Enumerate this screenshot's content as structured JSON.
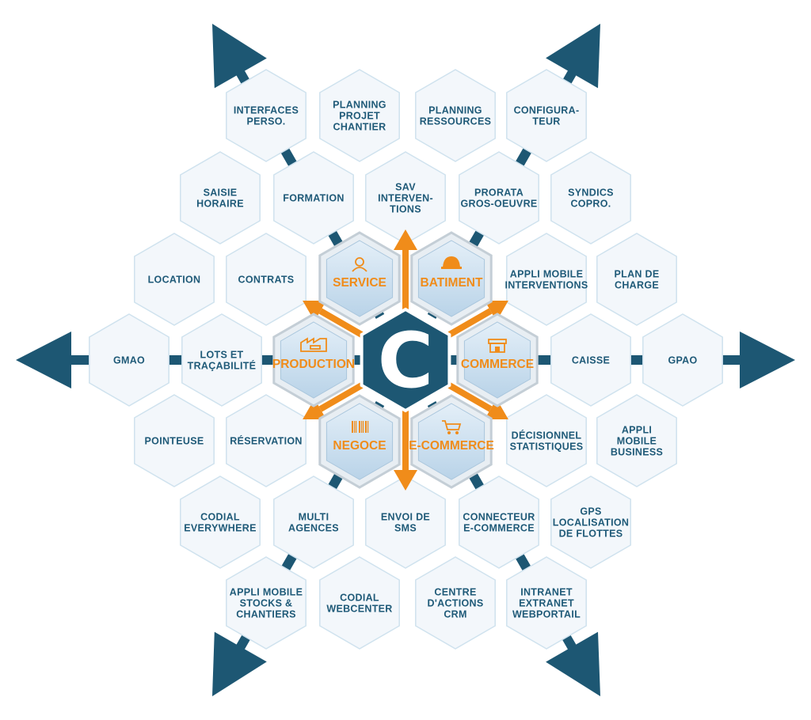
{
  "colors": {
    "navy": "#1d5773",
    "orange": "#f08c1a",
    "outer_fill": "#f3f7fb",
    "outer_stroke": "#cfe2ee",
    "core_fill": "#c9dff0",
    "text": "#1f5a78"
  },
  "center": {
    "letter": "C"
  },
  "core": [
    {
      "id": "service",
      "label": "SERVICE",
      "icon": "worker-icon"
    },
    {
      "id": "batiment",
      "label": "BATIMENT",
      "icon": "hard-hat-icon"
    },
    {
      "id": "production",
      "label": "PRODUCTION",
      "icon": "factory-icon"
    },
    {
      "id": "commerce",
      "label": "COMMERCE",
      "icon": "shop-icon"
    },
    {
      "id": "negoce",
      "label": "NEGOCE",
      "icon": "barcode-icon"
    },
    {
      "id": "ecommerce",
      "label": "E-COMMERCE",
      "icon": "cart-icon"
    }
  ],
  "modules": [
    {
      "id": "interfaces",
      "lines": [
        "INTERFACES",
        "PERSO."
      ]
    },
    {
      "id": "planning-projet",
      "lines": [
        "PLANNING",
        "PROJET",
        "CHANTIER"
      ]
    },
    {
      "id": "planning-ressources",
      "lines": [
        "PLANNING",
        "RESSOURCES"
      ]
    },
    {
      "id": "configurateur",
      "lines": [
        "CONFIGURA-",
        "TEUR"
      ]
    },
    {
      "id": "saisie-horaire",
      "lines": [
        "SAISIE",
        "HORAIRE"
      ]
    },
    {
      "id": "formation",
      "lines": [
        "FORMATION"
      ]
    },
    {
      "id": "sav",
      "lines": [
        "SAV",
        "INTERVEN-",
        "TIONS"
      ]
    },
    {
      "id": "prorata",
      "lines": [
        "PRORATA",
        "GROS-OEUVRE"
      ]
    },
    {
      "id": "syndics",
      "lines": [
        "SYNDICS",
        "COPRO."
      ]
    },
    {
      "id": "location",
      "lines": [
        "LOCATION"
      ]
    },
    {
      "id": "contrats",
      "lines": [
        "CONTRATS"
      ]
    },
    {
      "id": "appli-interventions",
      "lines": [
        "APPLI MOBILE",
        "INTERVENTIONS"
      ]
    },
    {
      "id": "plan-charge",
      "lines": [
        "PLAN DE",
        "CHARGE"
      ]
    },
    {
      "id": "gmao",
      "lines": [
        "GMAO"
      ]
    },
    {
      "id": "lots",
      "lines": [
        "LOTS ET",
        "TRAÇABILITÉ"
      ]
    },
    {
      "id": "caisse",
      "lines": [
        "CAISSE"
      ]
    },
    {
      "id": "gpao",
      "lines": [
        "GPAO"
      ]
    },
    {
      "id": "pointeuse",
      "lines": [
        "POINTEUSE"
      ]
    },
    {
      "id": "reservation",
      "lines": [
        "RÉSERVATION"
      ]
    },
    {
      "id": "decisionnel",
      "lines": [
        "DÉCISIONNEL",
        "STATISTIQUES"
      ]
    },
    {
      "id": "appli-business",
      "lines": [
        "APPLI",
        "MOBILE",
        "BUSINESS"
      ]
    },
    {
      "id": "codial-everywhere",
      "lines": [
        "CODIAL",
        "EVERYWHERE"
      ]
    },
    {
      "id": "multi-agences",
      "lines": [
        "MULTI",
        "AGENCES"
      ]
    },
    {
      "id": "envoi-sms",
      "lines": [
        "ENVOI DE",
        "SMS"
      ]
    },
    {
      "id": "connecteur",
      "lines": [
        "CONNECTEUR",
        "E-COMMERCE"
      ]
    },
    {
      "id": "gps",
      "lines": [
        "GPS",
        "LOCALISATION",
        "DE FLOTTES"
      ]
    },
    {
      "id": "appli-stocks",
      "lines": [
        "APPLI MOBILE",
        "STOCKS &",
        "CHANTIERS"
      ]
    },
    {
      "id": "webcenter",
      "lines": [
        "CODIAL",
        "WEBCENTER"
      ]
    },
    {
      "id": "crm",
      "lines": [
        "CENTRE",
        "D'ACTIONS",
        "CRM"
      ]
    },
    {
      "id": "intranet",
      "lines": [
        "INTRANET",
        "EXTRANET",
        "WEBPORTAIL"
      ]
    }
  ]
}
